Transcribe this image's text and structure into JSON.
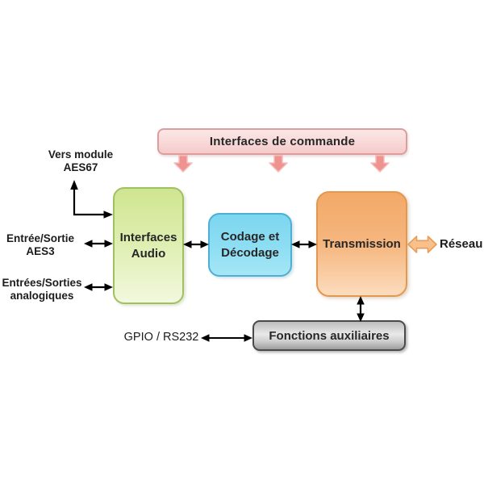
{
  "diagram": {
    "command_box": "Interfaces de commande",
    "audio_box": "Interfaces Audio",
    "codec_box": "Codage et Décodage",
    "transmission_box": "Transmission",
    "aux_box": "Fonctions auxiliaires",
    "network_label": "Réseau",
    "gpio_label": "GPIO / RS232",
    "left_labels": [
      {
        "lines": [
          "Vers module",
          "AES67"
        ]
      },
      {
        "lines": [
          "Entrée/Sortie",
          "AES3"
        ]
      },
      {
        "lines": [
          "Entrées/Sorties",
          "analogiques"
        ]
      }
    ]
  },
  "colors": {
    "command_box_fill": "#f8d6d6",
    "command_box_border": "#dd9d9d",
    "pink_arrow_fill": "#ee938f",
    "pink_arrow_outline": "#f5bcba",
    "audio_box_fill_top": "#d0e591",
    "audio_box_fill_bottom": "#f2f8de",
    "audio_box_border": "#9fc162",
    "codec_box_fill": "#85dcf2",
    "codec_box_border": "#4db0d2",
    "transmission_box_fill_top": "#f3a968",
    "transmission_box_fill_bottom": "#fcdcbd",
    "transmission_box_border": "#e3984f",
    "aux_box_fill_top": "#bdbdbd",
    "aux_box_fill_bottom": "#9e9e9e",
    "aux_box_border": "#4a4a4a",
    "network_arrow_fill": "#f8c08c",
    "network_arrow_border": "#e89c58",
    "connector_color": "#000000",
    "background": "#ffffff"
  }
}
